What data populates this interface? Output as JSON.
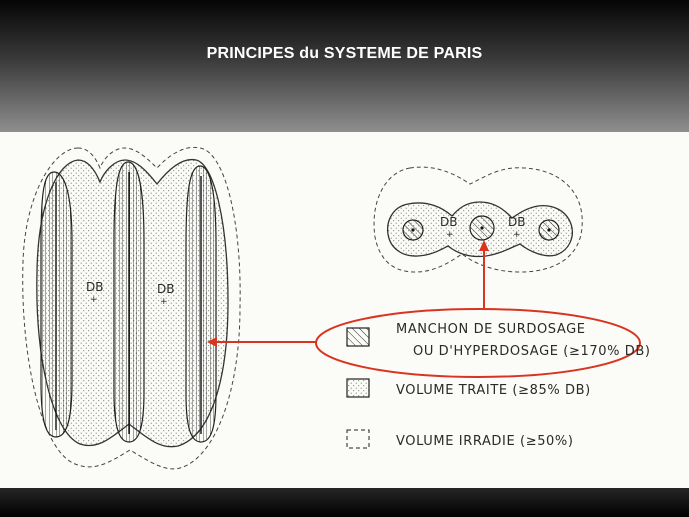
{
  "slide": {
    "title": "PRINCIPES du SYSTEME DE PARIS"
  },
  "diagram": {
    "left_region_labels": [
      "DB",
      "DB"
    ],
    "right_region_labels": [
      "DB",
      "DB"
    ],
    "legend": {
      "overdose_line1": "MANCHON DE SURDOSAGE",
      "overdose_line2": "OU D'HYPERDOSAGE (≥170% DB)",
      "treated": "VOLUME TRAITE (≥85% DB)",
      "irradiated": "VOLUME IRRADIE (≥50%)"
    },
    "colors": {
      "callout": "#d9341f",
      "ink": "#2a2a2a"
    }
  }
}
